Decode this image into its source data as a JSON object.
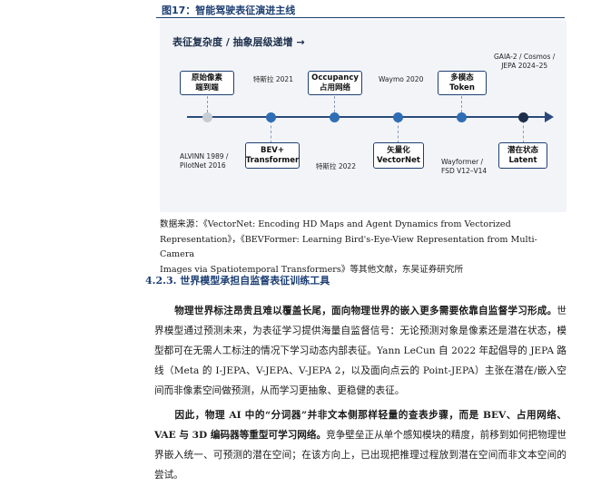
{
  "figure": {
    "title": "图17：智能驾驶表征演进主线",
    "heading": "表征复杂度 / 抽象层级递增 →",
    "boxes": {
      "raw_pixel": [
        "原始像素",
        "端到端"
      ],
      "bev": [
        "BEV+",
        "Transformer"
      ],
      "occupancy": [
        "Occupancy",
        "占用网络"
      ],
      "vectornet": [
        "矢量化",
        "VectorNet"
      ],
      "multimodal": [
        "多模态",
        "Token"
      ],
      "latent": [
        "潜在状态",
        "Latent"
      ]
    },
    "labels": {
      "alvinn": [
        "ALVINN 1989 /",
        "PilotNet 2016"
      ],
      "tesla2021": "特斯拉 2021",
      "tesla2022": "特斯拉 2022",
      "waymo2020": "Waymo 2020",
      "wayformer": [
        "Wayformer /",
        "FSD V12–V14"
      ],
      "gaia": [
        "GAIA-2 / Cosmos /",
        "JEPA 2024–25"
      ]
    },
    "colors": {
      "dot_first": "#c7ccd4",
      "dot_mid": "#2f6db5",
      "dot_last": "#1c2e4a",
      "accent": "#1d3f73"
    }
  },
  "source": {
    "line1": "数据来源：《VectorNet: Encoding HD Maps and Agent Dynamics from Vectorized",
    "line2": "Representation》，《BEVFormer: Learning Bird's-Eye-View Representation from Multi-Camera",
    "line3": "Images via Spatiotemporal Transformers》等其他文献，东吴证券研究所"
  },
  "section": {
    "title": "4.2.3.  世界模型承担自监督表征训练工具"
  },
  "paragraph1": {
    "bold": "物理世界标注昂贵且难以覆盖长尾，面向物理世界的嵌入更多需要依靠自监督学习形成。",
    "rest": "世界模型通过预测未来，为表征学习提供海量自监督信号：无论预测对象是像素还是潜在状态，模型都可在无需人工标注的情况下学习动态内部表征。Yann LeCun 自 2022 年起倡导的 JEPA 路线（Meta 的 I-JEPA、V-JEPA、V-JEPA 2，以及面向点云的 Point-JEPA）主张在潜在/嵌入空间而非像素空间做预测，从而学习更抽象、更稳健的表征。"
  },
  "paragraph2": {
    "bold": "因此，物理 AI 中的“分词器”并非文本侧那样轻量的查表步骤，而是 BEV、占用网络、VAE 与 3D 编码器等重型可学习网络。",
    "rest": "竞争壁垒正从单个感知模块的精度，前移到如何把物理世界嵌入统一、可预测的潜在空间；在该方向上，已出现把推理过程放到潜在空间而非文本空间的尝试。"
  }
}
